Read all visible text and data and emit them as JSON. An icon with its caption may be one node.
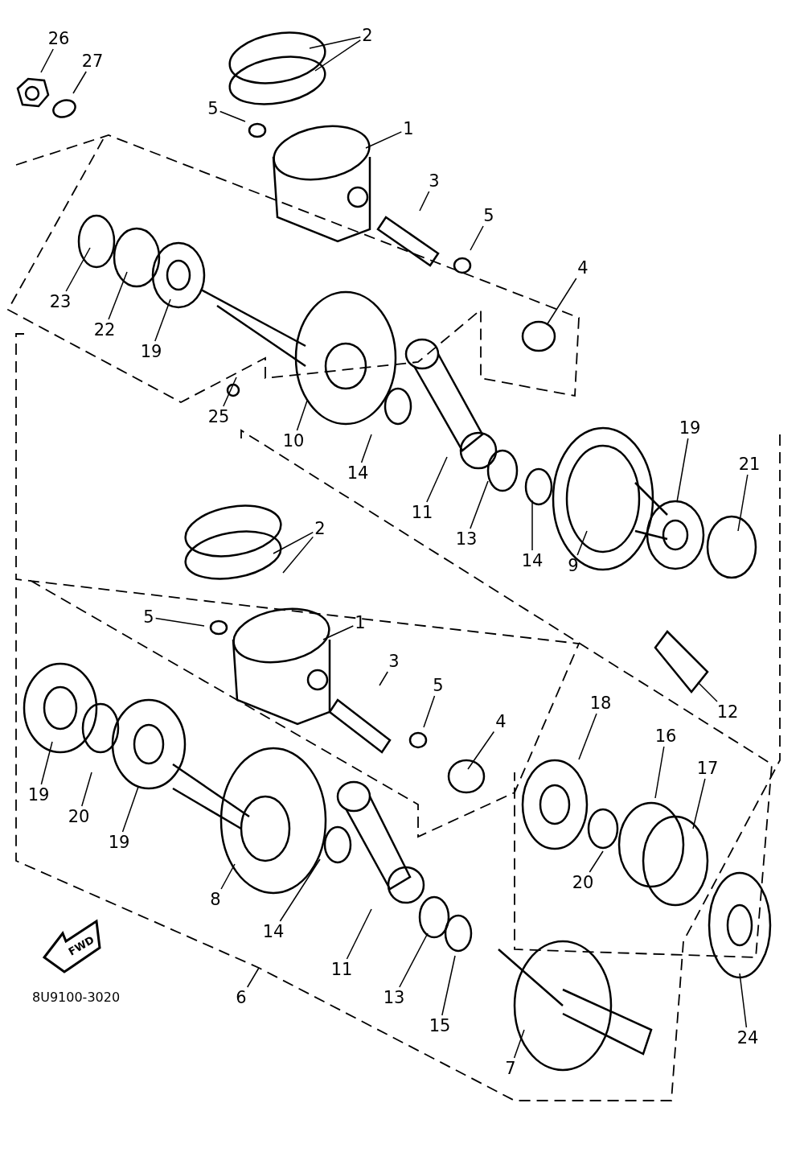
{
  "diagram": {
    "nodes": [
      {
        "text": [
          "26"
        ]
      },
      {
        "text": [
          "27"
        ]
      },
      {
        "text": [
          "2"
        ]
      },
      {
        "text": [
          "5"
        ]
      },
      {
        "text": [
          "1"
        ]
      },
      {
        "text": [
          "3"
        ]
      },
      {
        "text": [
          "5"
        ]
      },
      {
        "text": [
          "4"
        ]
      },
      {
        "text": [
          "23"
        ]
      },
      {
        "text": [
          "22"
        ]
      },
      {
        "text": [
          "19"
        ]
      },
      {
        "text": [
          "25"
        ]
      },
      {
        "text": [
          "10"
        ]
      },
      {
        "text": [
          "14"
        ]
      },
      {
        "text": [
          "11"
        ]
      },
      {
        "text": [
          "13"
        ]
      },
      {
        "text": [
          "14"
        ]
      },
      {
        "text": [
          "9"
        ]
      },
      {
        "text": [
          "19"
        ]
      },
      {
        "text": [
          "21"
        ]
      },
      {
        "text": [
          "12"
        ]
      },
      {
        "text": [
          "2"
        ]
      },
      {
        "text": [
          "5"
        ]
      },
      {
        "text": [
          "1"
        ]
      },
      {
        "text": [
          "3"
        ]
      },
      {
        "text": [
          "5"
        ]
      },
      {
        "text": [
          "4"
        ]
      },
      {
        "text": [
          "19"
        ]
      },
      {
        "text": [
          "20"
        ]
      },
      {
        "text": [
          "19"
        ]
      },
      {
        "text": [
          "8"
        ]
      },
      {
        "text": [
          "14"
        ]
      },
      {
        "text": [
          "11"
        ]
      },
      {
        "text": [
          "13"
        ]
      },
      {
        "text": [
          "15"
        ]
      },
      {
        "text": [
          "7"
        ]
      },
      {
        "text": [
          "18"
        ]
      },
      {
        "text": [
          "16"
        ]
      },
      {
        "text": [
          "17"
        ]
      },
      {
        "text": [
          "20"
        ]
      },
      {
        "text": [
          "24"
        ]
      },
      {
        "text": [
          "6"
        ]
      }
    ],
    "edges": [
      {
        "from": 0,
        "to": null,
        "arrow": "none"
      },
      {
        "from": 1,
        "to": null,
        "arrow": "none"
      },
      {
        "from": 2,
        "to": null,
        "arrow": "none"
      },
      {
        "from": 2,
        "to": null,
        "arrow": "none"
      },
      {
        "from": 3,
        "to": null,
        "arrow": "none"
      },
      {
        "from": 4,
        "to": null,
        "arrow": "none"
      },
      {
        "from": 5,
        "to": null,
        "arrow": "none"
      },
      {
        "from": 6,
        "to": null,
        "arrow": "none"
      },
      {
        "from": 7,
        "to": null,
        "arrow": "none"
      },
      {
        "from": 8,
        "to": null,
        "arrow": "none"
      },
      {
        "from": 9,
        "to": null,
        "arrow": "none"
      },
      {
        "from": 10,
        "to": null,
        "arrow": "none"
      },
      {
        "from": 11,
        "to": null,
        "arrow": "none"
      },
      {
        "from": 12,
        "to": null,
        "arrow": "none"
      },
      {
        "from": 13,
        "to": null,
        "arrow": "none"
      },
      {
        "from": 14,
        "to": null,
        "arrow": "none"
      },
      {
        "from": 15,
        "to": null,
        "arrow": "none"
      },
      {
        "from": 16,
        "to": null,
        "arrow": "none"
      },
      {
        "from": 17,
        "to": null,
        "arrow": "none"
      },
      {
        "from": 18,
        "to": null,
        "arrow": "none"
      },
      {
        "from": 19,
        "to": null,
        "arrow": "none"
      },
      {
        "from": 20,
        "to": null,
        "arrow": "none"
      },
      {
        "from": 21,
        "to": null,
        "arrow": "none"
      },
      {
        "from": 21,
        "to": null,
        "arrow": "none"
      },
      {
        "from": 22,
        "to": null,
        "arrow": "none"
      },
      {
        "from": 23,
        "to": null,
        "arrow": "none"
      },
      {
        "from": 24,
        "to": null,
        "arrow": "none"
      },
      {
        "from": 25,
        "to": null,
        "arrow": "none"
      },
      {
        "from": 26,
        "to": null,
        "arrow": "none"
      },
      {
        "from": 27,
        "to": null,
        "arrow": "none"
      },
      {
        "from": 28,
        "to": null,
        "arrow": "none"
      },
      {
        "from": 29,
        "to": null,
        "arrow": "none"
      },
      {
        "from": 30,
        "to": null,
        "arrow": "none"
      },
      {
        "from": 31,
        "to": null,
        "arrow": "none"
      },
      {
        "from": 32,
        "to": null,
        "arrow": "none"
      },
      {
        "from": 33,
        "to": null,
        "arrow": "none"
      },
      {
        "from": 34,
        "to": null,
        "arrow": "none"
      },
      {
        "from": 35,
        "to": null,
        "arrow": "none"
      },
      {
        "from": 36,
        "to": null,
        "arrow": "none"
      },
      {
        "from": 37,
        "to": null,
        "arrow": "none"
      },
      {
        "from": 38,
        "to": null,
        "arrow": "none"
      },
      {
        "from": 39,
        "to": null,
        "arrow": "none"
      },
      {
        "from": 40,
        "to": null,
        "arrow": "none"
      },
      {
        "from": 41,
        "to": null,
        "arrow": "none"
      }
    ],
    "labels": [
      "FWD",
      "8U9100-3020"
    ]
  }
}
